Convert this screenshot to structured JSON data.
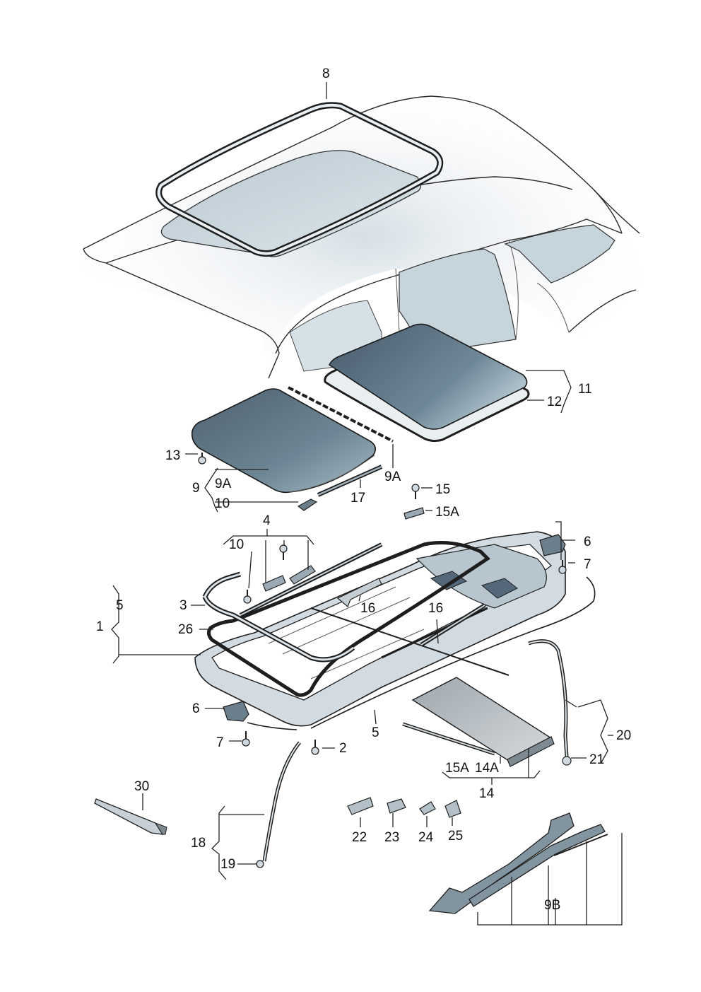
{
  "colors": {
    "glass_dark": "#4f6170",
    "glass_light": "#8fa6b4",
    "car_shadow": "#c9d6de",
    "part_fill": "#d8e0e6"
  },
  "callouts": {
    "c8": "8",
    "c11": "11",
    "c12": "12",
    "c13": "13",
    "c9": "9",
    "c9a_top": "9A",
    "c9a_left": "9A",
    "c10_top": "10",
    "c17": "17",
    "c15": "15",
    "c15a_top": "15A",
    "c4": "4",
    "c10_mid": "10",
    "c6_right": "6",
    "c7_right": "7",
    "c5_top": "5",
    "c1": "1",
    "c3": "3",
    "c16_left": "16",
    "c16_right": "16",
    "c26": "26",
    "c6_left": "6",
    "c7_left": "7",
    "c2": "2",
    "c5_bottom": "5",
    "c20": "20",
    "c21": "21",
    "c15a_bottom": "15A",
    "c14a": "14A",
    "c14": "14",
    "c30": "30",
    "c18": "18",
    "c19": "19",
    "c22": "22",
    "c23": "23",
    "c24": "24",
    "c25": "25",
    "c9b": "9B"
  }
}
